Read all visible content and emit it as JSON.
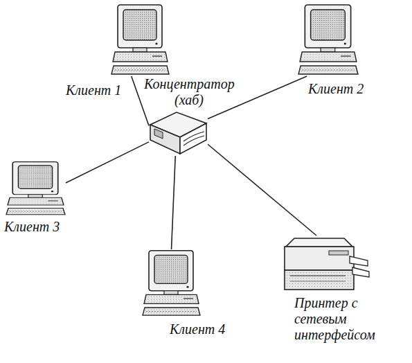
{
  "diagram": {
    "nodes": [
      {
        "text": [
          "Клиент 1"
        ]
      },
      {
        "text": [
          "Концентратор (хаб)"
        ]
      },
      {
        "text": [
          "Клиент 2"
        ]
      },
      {
        "text": [
          "Клиент 3"
        ]
      },
      {
        "text": [
          "Клиент 4"
        ]
      },
      {
        "text": [
          "Принтер с сетевым интерфейсом"
        ]
      }
    ],
    "edges": [
      {
        "from": 1,
        "to": 0,
        "arrow": "none"
      },
      {
        "from": 1,
        "to": 2,
        "arrow": "none"
      },
      {
        "from": 1,
        "to": 3,
        "arrow": "none"
      },
      {
        "from": 1,
        "to": 4,
        "arrow": "none"
      },
      {
        "from": 1,
        "to": 5,
        "arrow": "none"
      }
    ]
  }
}
